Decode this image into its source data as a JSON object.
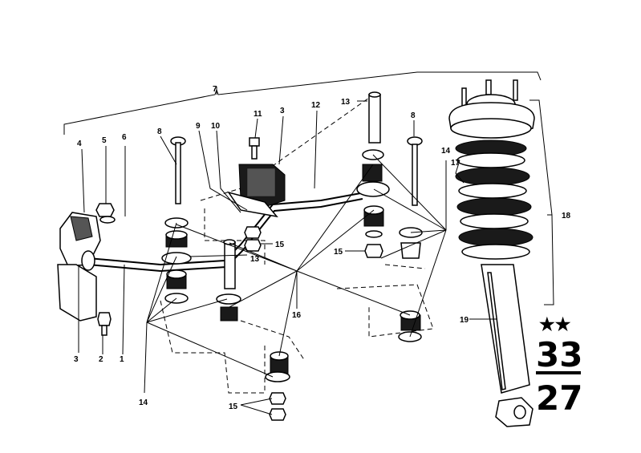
{
  "labels": {
    "l7": "7",
    "l13a": "13",
    "l12": "12",
    "l3a": "3",
    "l11": "11",
    "l10": "10",
    "l9": "9",
    "l8a": "8",
    "l8b": "8",
    "l4": "4",
    "l5": "5",
    "l6": "6",
    "l14a": "14",
    "l17": "17",
    "l18": "18",
    "l15a": "15",
    "l15b": "15",
    "l13b": "13",
    "l16": "16",
    "l19": "19",
    "l3b": "3",
    "l2": "2",
    "l1": "1",
    "l14b": "14",
    "l15c": "15"
  },
  "badge": {
    "stars": "★★",
    "top_number": "33",
    "bottom_number": "27"
  }
}
